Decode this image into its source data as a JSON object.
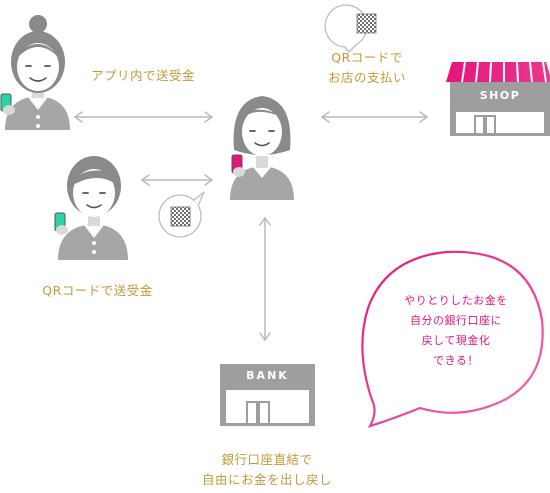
{
  "labels": {
    "app_transfer": "アプリ内で送受金",
    "qr_pay_line1": "QRコードで",
    "qr_pay_line2": "お店の支払い",
    "qr_transfer": "QRコードで送受金",
    "bank_line1": "銀行口座直結で",
    "bank_line2": "自由にお金を出し戻し",
    "callout_line1": "やりとりしたお金を",
    "callout_line2": "自分の銀行口座に",
    "callout_line3": "戻して現金化",
    "callout_line4": "できる！"
  },
  "signs": {
    "shop": "SHOP",
    "bank": "BANK"
  },
  "colors": {
    "label_gold": "#c4983a",
    "person_gray": "#a6a6a6",
    "hair_dark": "#8a8a8a",
    "arrow_gray": "#b9b9b9",
    "phone_green": "#2bd2a5",
    "phone_pink": "#e6157a",
    "callout_pink": "#e6157a",
    "shop_awning_pink": "#e6157a",
    "building_gray": "#9e9e9e"
  },
  "icons": [
    "person-woman-bun-icon",
    "person-man-icon",
    "person-woman-center-icon",
    "shop-icon",
    "bank-icon",
    "qr-code-icon",
    "arrow-icon"
  ]
}
